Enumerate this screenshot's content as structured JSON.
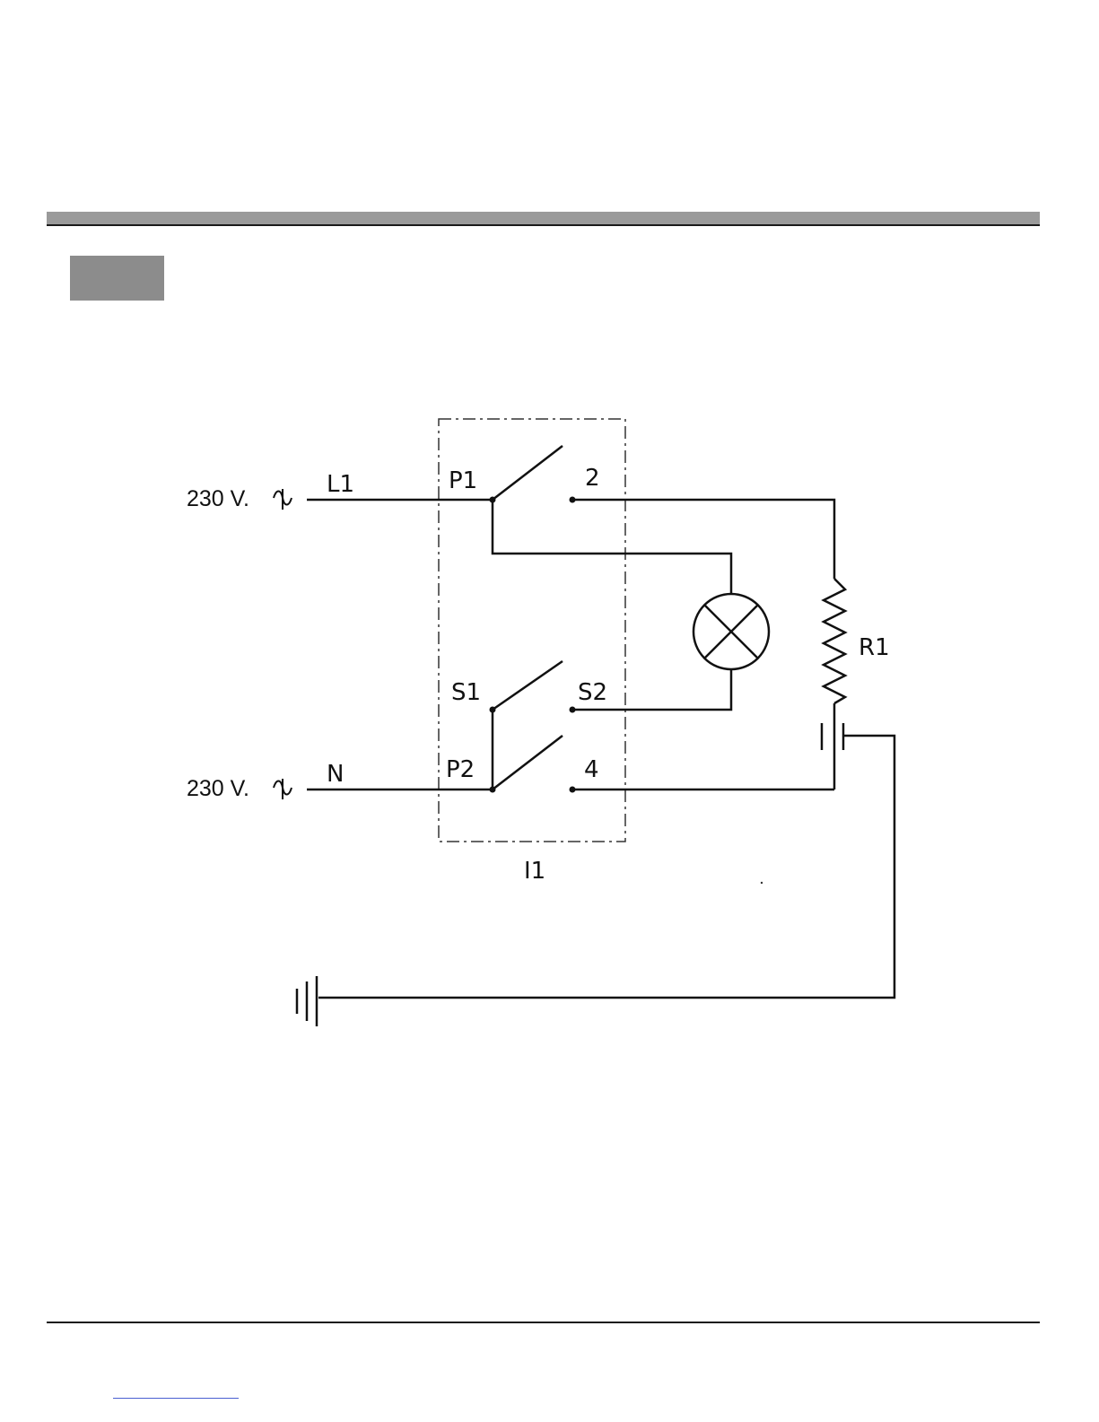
{
  "diagram": {
    "supply": [
      {
        "id": "l1-supply",
        "voltage": "230 V.",
        "line": "L1"
      },
      {
        "id": "n-supply",
        "voltage": "230 V.",
        "line": "N"
      }
    ],
    "switch_terminals": [
      "P1",
      "2",
      "S1",
      "S2",
      "P2",
      "4"
    ],
    "switch_name": "I1",
    "resistor_name": "R1",
    "icons": {
      "ac_symbol": "ac-wave-icon",
      "lamp": "indicator-lamp-icon",
      "ground": "earth-ground-icon"
    },
    "colors": {
      "header_bar": "#9a9a9a",
      "section_box": "#8c8c8c",
      "ink": "#111111"
    }
  }
}
